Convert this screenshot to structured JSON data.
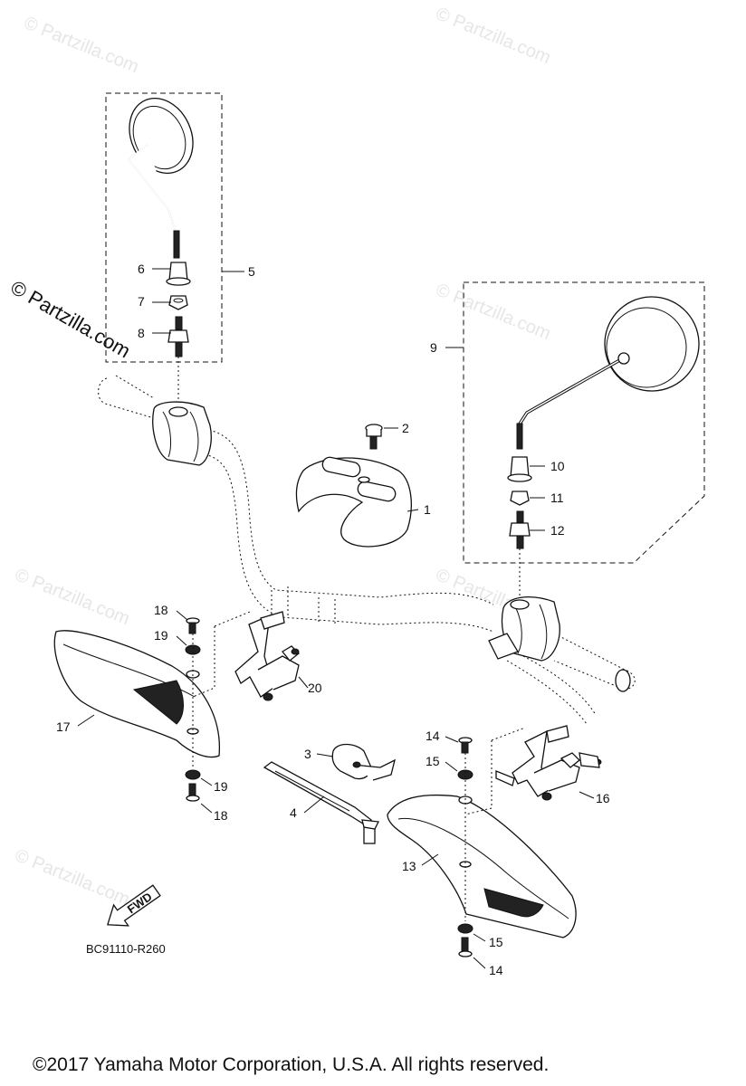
{
  "watermarks": {
    "light": "© Partzilla.com",
    "strong": "© Partzilla.com"
  },
  "callouts": [
    "1",
    "2",
    "3",
    "4",
    "5",
    "6",
    "7",
    "8",
    "9",
    "10",
    "11",
    "12",
    "13",
    "14",
    "15",
    "16",
    "17",
    "18",
    "19",
    "20"
  ],
  "labels": {
    "fwd": "FWD",
    "diagram_code": "BC91110-R260"
  },
  "footer": "©2017  Yamaha Motor Corporation, U.S.A. All rights reserved."
}
